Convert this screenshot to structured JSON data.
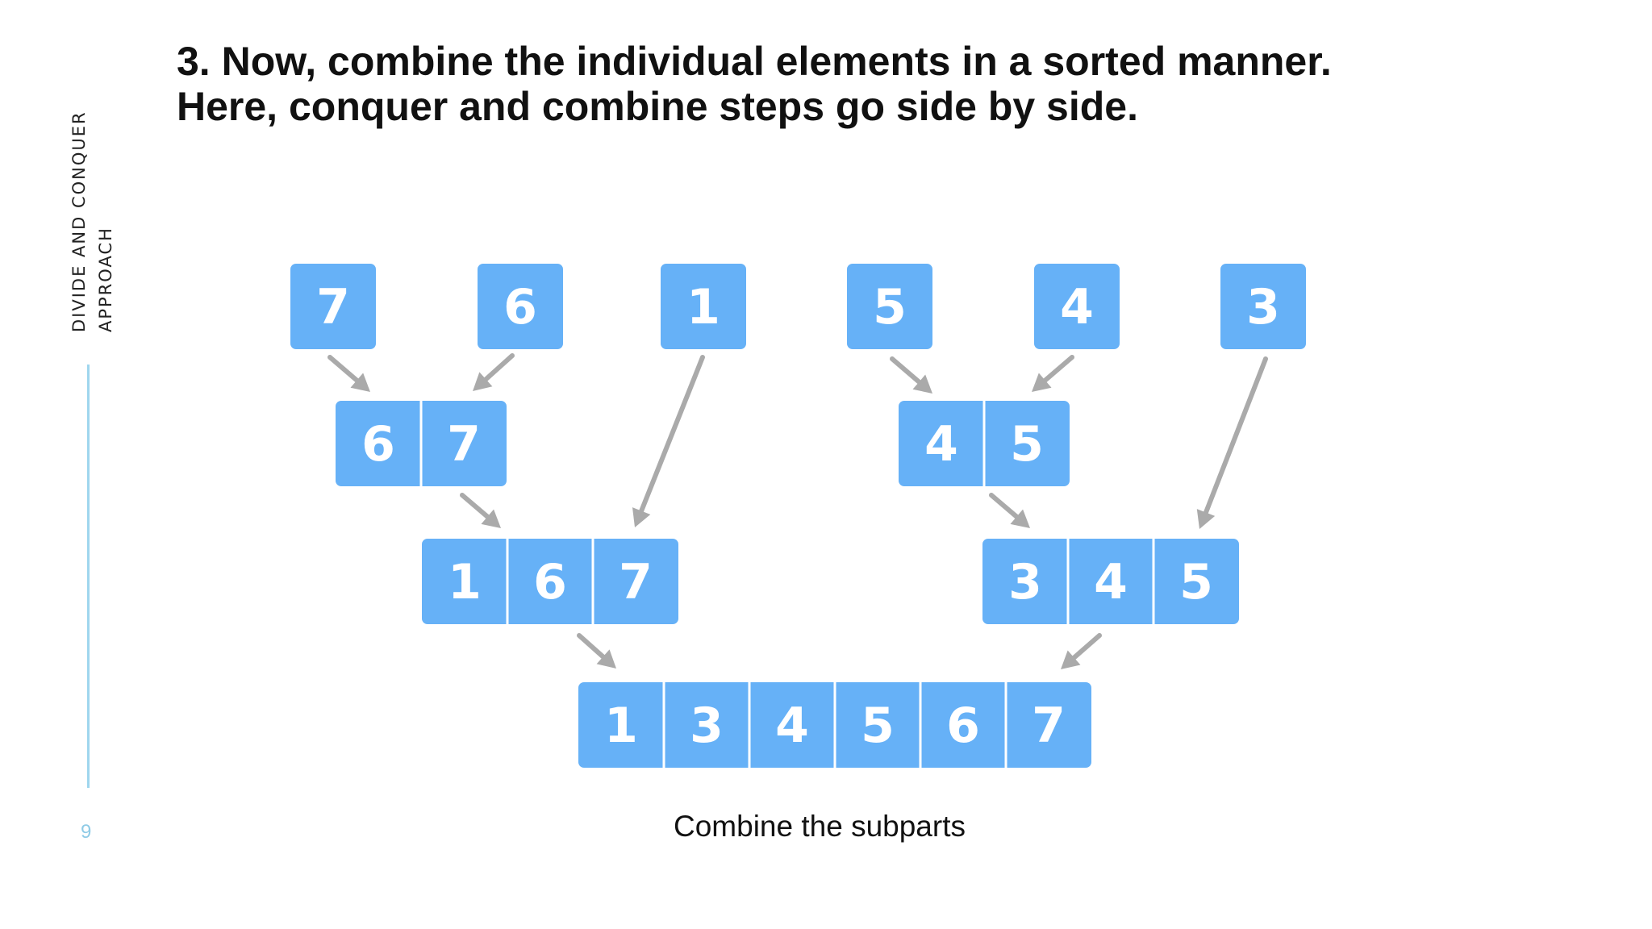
{
  "heading": {
    "line1": "3. Now, combine the individual elements in a sorted manner.",
    "line2_prefix": "Here, ",
    "line2_bold1": "conquer",
    "line2_mid": " and ",
    "line2_bold2": "combine",
    "line2_suffix": " steps go side by side."
  },
  "side": {
    "line1": "DIVIDE AND CONQUER",
    "line2": "APPROACH"
  },
  "page_number": "9",
  "caption": "Combine the subparts",
  "colors": {
    "box": "#66b1f7",
    "arrow": "#aaaaaa",
    "accent": "#9fd6ee"
  },
  "diagram": {
    "levels": [
      [
        [
          "7"
        ],
        [
          "6"
        ],
        [
          "1"
        ],
        [
          "5"
        ],
        [
          "4"
        ],
        [
          "3"
        ]
      ],
      [
        [
          "6",
          "7"
        ],
        [
          "4",
          "5"
        ]
      ],
      [
        [
          "1",
          "6",
          "7"
        ],
        [
          "3",
          "4",
          "5"
        ]
      ],
      [
        [
          "1",
          "3",
          "4",
          "5",
          "6",
          "7"
        ]
      ]
    ]
  }
}
